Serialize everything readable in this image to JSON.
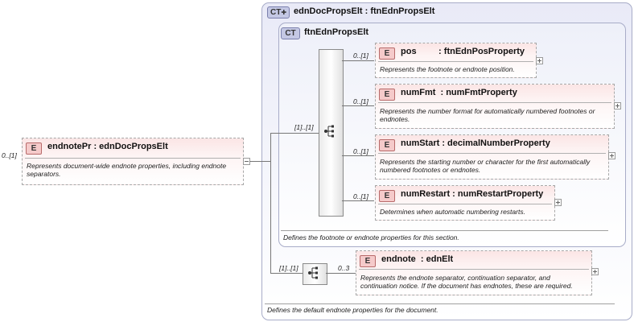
{
  "root": {
    "cardinality": "0..[1]",
    "badge": "E",
    "name": "endnotePr : ednDocPropsElt",
    "description": "Represents document-wide endnote properties, including endnote separators."
  },
  "outer_type": {
    "badge": "CT",
    "title": "ednDocPropsElt : ftnEdnPropsElt",
    "description": "Defines the default endnote properties for the document."
  },
  "inner_type": {
    "badge": "CT",
    "title": "ftnEdnPropsElt",
    "description": "Defines the footnote or endnote properties for this section.",
    "sequence_cardinality": "[1]..[1]"
  },
  "elements": [
    {
      "cardinality": "0..[1]",
      "badge": "E",
      "name": "pos         : ftnEdnPosProperty",
      "description": "Represents the footnote or endnote position."
    },
    {
      "cardinality": "0..[1]",
      "badge": "E",
      "name": "numFmt  : numFmtProperty",
      "description": "Represents the number format for automatically numbered footnotes or endnotes."
    },
    {
      "cardinality": "0..[1]",
      "badge": "E",
      "name": "numStart : decimalNumberProperty",
      "description": "Represents the starting number or character for the first automatically numbered footnotes or endnotes."
    },
    {
      "cardinality": "0..[1]",
      "badge": "E",
      "name": "numRestart : numRestartProperty",
      "description": "Determines when automatic numbering restarts."
    }
  ],
  "outer_sequence": {
    "cardinality": "[1]..[1]"
  },
  "endnote": {
    "cardinality": "0..3",
    "badge": "E",
    "name": "endnote  : ednElt",
    "description": "Represents the endnote separator, continuation separator, and continuation notice. If the document has endnotes, these are required."
  }
}
